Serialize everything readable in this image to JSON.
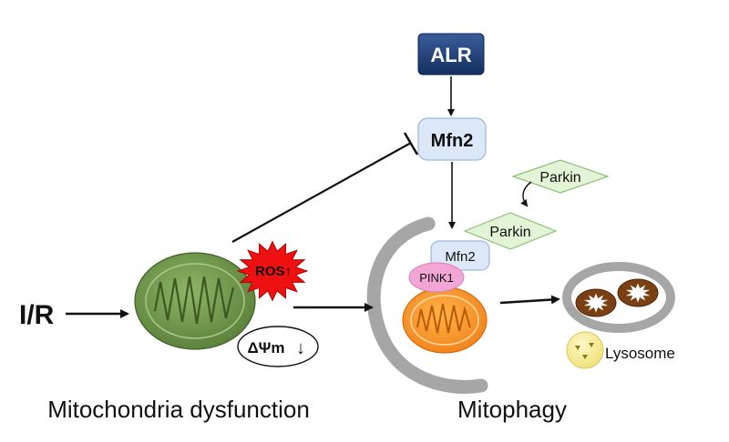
{
  "nodes": {
    "alr": "ALR",
    "mfn2_top": "Mfn2",
    "parkin_1": "Parkin",
    "parkin_2": "Parkin",
    "mfn2_bound": "Mfn2",
    "pink1": "PINK1",
    "ros": "ROS↑",
    "delta_psi": "ΔΨm",
    "delta_psi_arrow": "↓",
    "ir": "I/R",
    "lysosome": "Lysosome"
  },
  "captions": {
    "left": "Mitochondria dysfunction",
    "right": "Mitophagy"
  },
  "colors": {
    "alr_fill": "#1f3f7a",
    "mfn2_fill": "#dce8f7",
    "parkin_fill": "#e3f3d5",
    "pink1_fill": "#f2a6d6",
    "ros_fill": "#ee1111",
    "mito_green": "#6b8f45",
    "mito_orange": "#f39a2a",
    "phagophore_gray": "#a6a6a6",
    "lysosome_yellow": "#f7ef9a"
  }
}
